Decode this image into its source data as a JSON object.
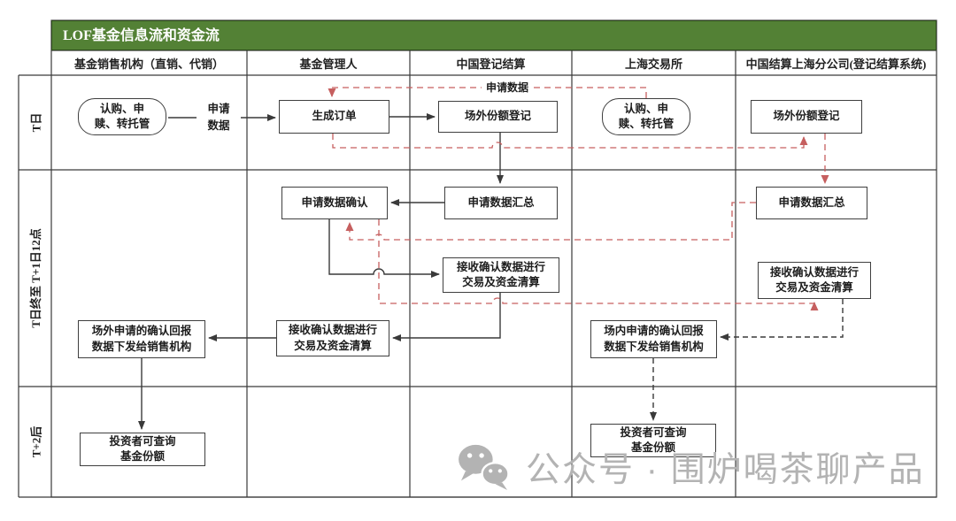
{
  "title": "LOF基金信息流和资金流",
  "columns": [
    "基金销售机构（直销、代销）",
    "基金管理人",
    "中国登记结算",
    "上海交易所",
    "中国结算上海分公司(登记结算系统)"
  ],
  "rows": [
    "T日",
    "T日终至 T+1日12点",
    "T+2后"
  ],
  "nodes": {
    "sale_apply": {
      "label": "认购、申\n赎、转托管"
    },
    "order": {
      "label": "生成订单"
    },
    "csdc_reg": {
      "label": "场外份额登记"
    },
    "sse_apply": {
      "label": "认购、申\n赎、转托管"
    },
    "shb_reg": {
      "label": "场外份额登记"
    },
    "confirm": {
      "label": "申请数据确认"
    },
    "csdc_sum": {
      "label": "申请数据汇总"
    },
    "shb_sum": {
      "label": "申请数据汇总"
    },
    "csdc_clear": {
      "label": "接收确认数据进行\n交易及资金清算"
    },
    "shb_clear": {
      "label": "接收确认数据进行\n交易及资金清算"
    },
    "mgr_clear": {
      "label": "接收确认数据进行\n交易及资金清算"
    },
    "sale_report": {
      "label": "场外申请的确认回报\n数据下发给销售机构"
    },
    "sse_report": {
      "label": "场内申请的确认回报\n数据下发给销售机构"
    },
    "sale_query": {
      "label": "投资者可查询\n基金份额"
    },
    "sse_query": {
      "label": "投资者可查询\n基金份额"
    }
  },
  "edge_labels": {
    "apply_data_otc": "申请\n数据",
    "apply_data_exchange": "申请数据"
  },
  "watermark": {
    "text": "公众号 · 围炉喝茶聊产品"
  },
  "colors": {
    "green": "#538135",
    "line": "#3a3a3a",
    "red": "#c65f5f",
    "wm": "#b3b3b3"
  }
}
